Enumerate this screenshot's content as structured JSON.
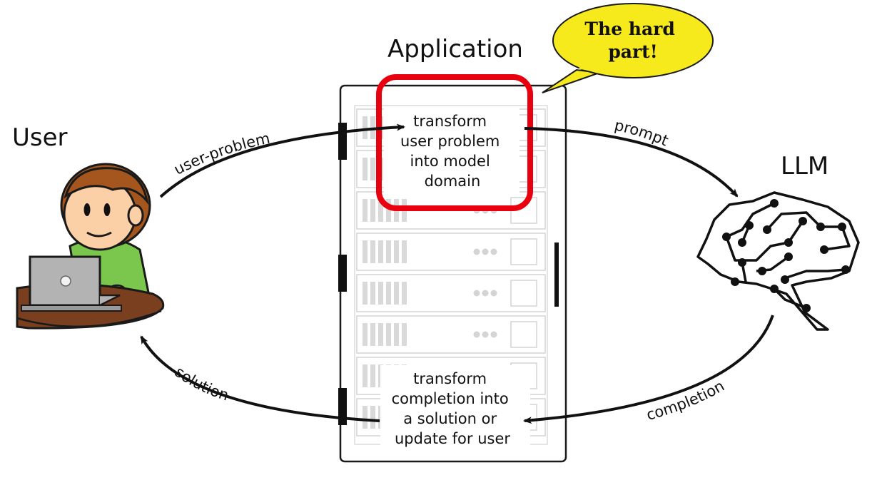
{
  "labels": {
    "user": "User",
    "application": "Application",
    "llm": "LLM"
  },
  "edges": {
    "user_problem": "user-problem",
    "prompt": "prompt",
    "completion": "completion",
    "solution": "solution"
  },
  "steps": {
    "transform_in": [
      "transform",
      "user problem",
      "into model",
      "domain"
    ],
    "transform_out": [
      "transform",
      "completion into",
      "a solution or",
      "update for user"
    ]
  },
  "callout": {
    "lines": [
      "The hard",
      "part!"
    ]
  },
  "colors": {
    "highlight": "#e8000f",
    "callout_fill": "#f7ea1c",
    "skin": "#fbd0a6",
    "hair": "#a5561e",
    "shirt": "#7bc74d",
    "laptop": "#b3b3b3",
    "table": "#7a3f1e",
    "rack_line": "#cfcfcf"
  }
}
